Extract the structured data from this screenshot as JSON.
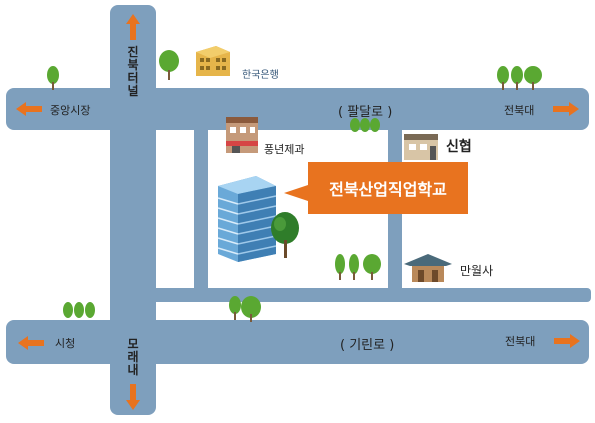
{
  "roads": {
    "north_road": "팔달로",
    "south_road": "기린로",
    "vertical_top": "진북터널",
    "vertical_bottom": "모래내"
  },
  "directions": {
    "top_left": "중앙시장",
    "top_right": "전북대",
    "bottom_left": "시청",
    "bottom_right": "전북대"
  },
  "landmarks": {
    "bank": "한국은행",
    "bakery": "풍년제과",
    "credit_union": "신협",
    "temple": "만월사",
    "school": "전북산업직업학교"
  },
  "colors": {
    "road": "#7e9fbd",
    "arrow": "#e8731f",
    "school_label": "#e8731f",
    "tree": "#5aa832"
  }
}
